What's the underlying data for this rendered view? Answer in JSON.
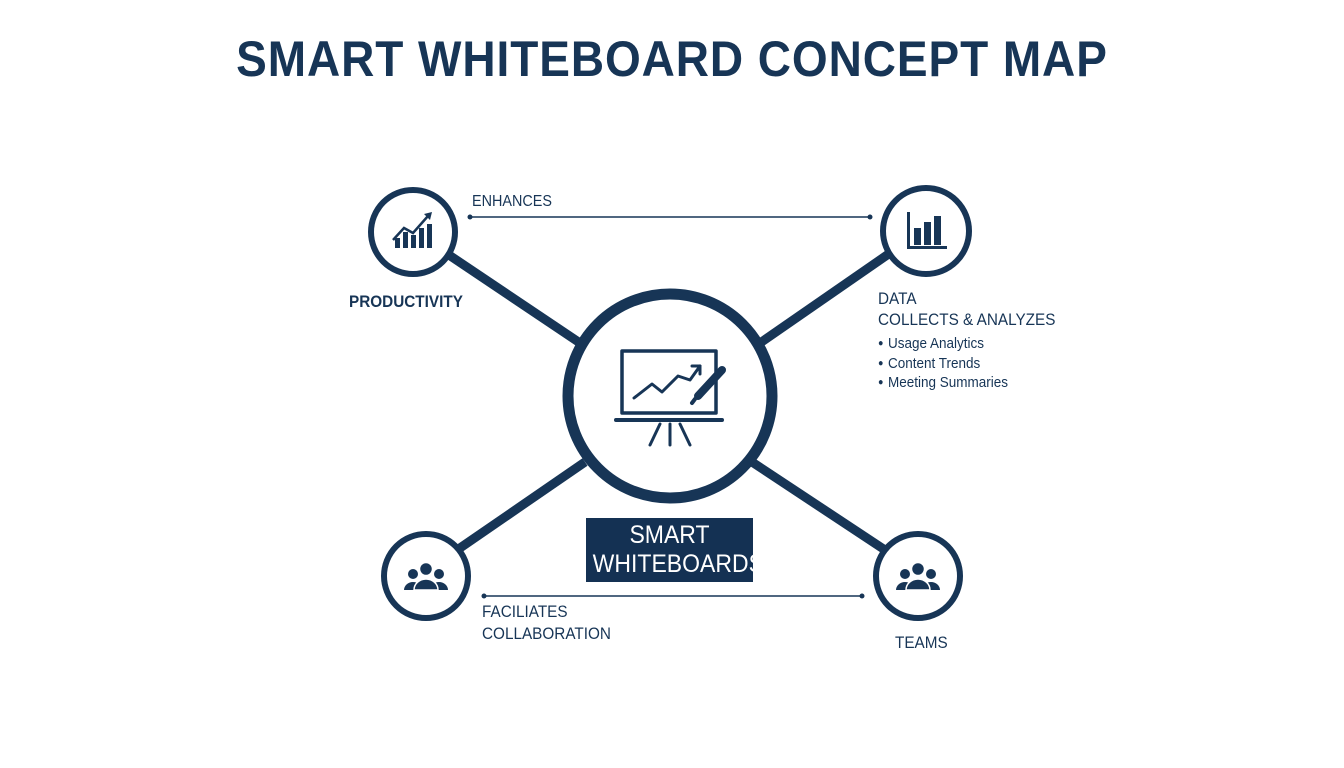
{
  "title": "SMART WHITEBOARD CONCEPT MAP",
  "center": {
    "label_line1": "SMART",
    "label_line2": "WHITEBOARDS",
    "icon": "whiteboard-presentation-icon"
  },
  "nodes": {
    "productivity": {
      "label": "PRODUCTIVITY",
      "icon": "growth-chart-icon"
    },
    "data": {
      "label": "DATA",
      "relation": "COLLECTS & ANALYZES",
      "icon": "bar-chart-icon",
      "items": [
        "Usage Analytics",
        "Content Trends",
        "Meeting Summaries"
      ]
    },
    "collaboration": {
      "label_line1": "FACILIATES",
      "label_line2": "COLLABORATION",
      "icon": "people-group-icon"
    },
    "teams": {
      "label": "TEAMS",
      "icon": "people-group-icon"
    }
  },
  "connections": {
    "top": "ENHANCES"
  },
  "colors": {
    "primary": "#173556",
    "background": "#ffffff"
  }
}
